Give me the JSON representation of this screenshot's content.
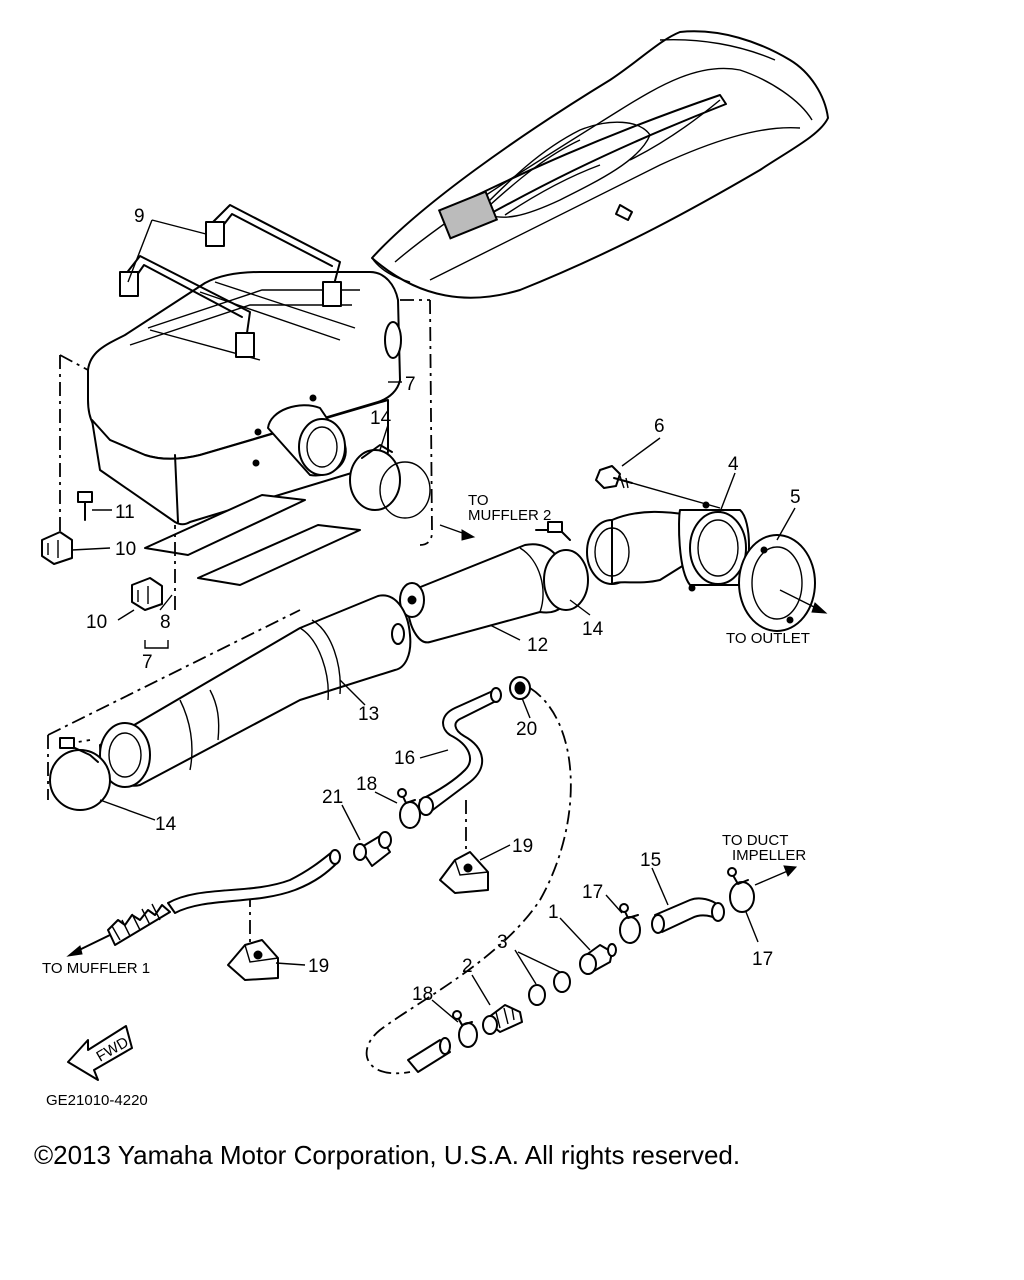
{
  "labels": {
    "callout_1": "1",
    "callout_2": "2",
    "callout_3": "3",
    "callout_4": "4",
    "callout_5": "5",
    "callout_6": "6",
    "callout_7_top": "7",
    "callout_7_bottom": "7",
    "callout_8": "8",
    "callout_9": "9",
    "callout_10_upper": "10",
    "callout_10_lower": "10",
    "callout_11": "11",
    "callout_12": "12",
    "callout_13": "13",
    "callout_14_top": "14",
    "callout_14_mid": "14",
    "callout_14_low": "14",
    "callout_15": "15",
    "callout_16": "16",
    "callout_17_left": "17",
    "callout_17_right": "17",
    "callout_18_upper": "18",
    "callout_18_lower": "18",
    "callout_19_upper": "19",
    "callout_19_lower": "19",
    "callout_20": "20",
    "callout_21": "21"
  },
  "annotations": {
    "to_muffler_2_line1": "TO",
    "to_muffler_2_line2": "MUFFLER 2",
    "to_outlet": "TO OUTLET",
    "to_duct_line1": "TO DUCT",
    "to_duct_line2": "IMPELLER",
    "to_muffler_1": "TO MUFFLER 1",
    "fwd": "FWD"
  },
  "drawing_code": "GE21010-4220",
  "copyright": "©2013 Yamaha Motor Corporation, U.S.A. All rights reserved."
}
